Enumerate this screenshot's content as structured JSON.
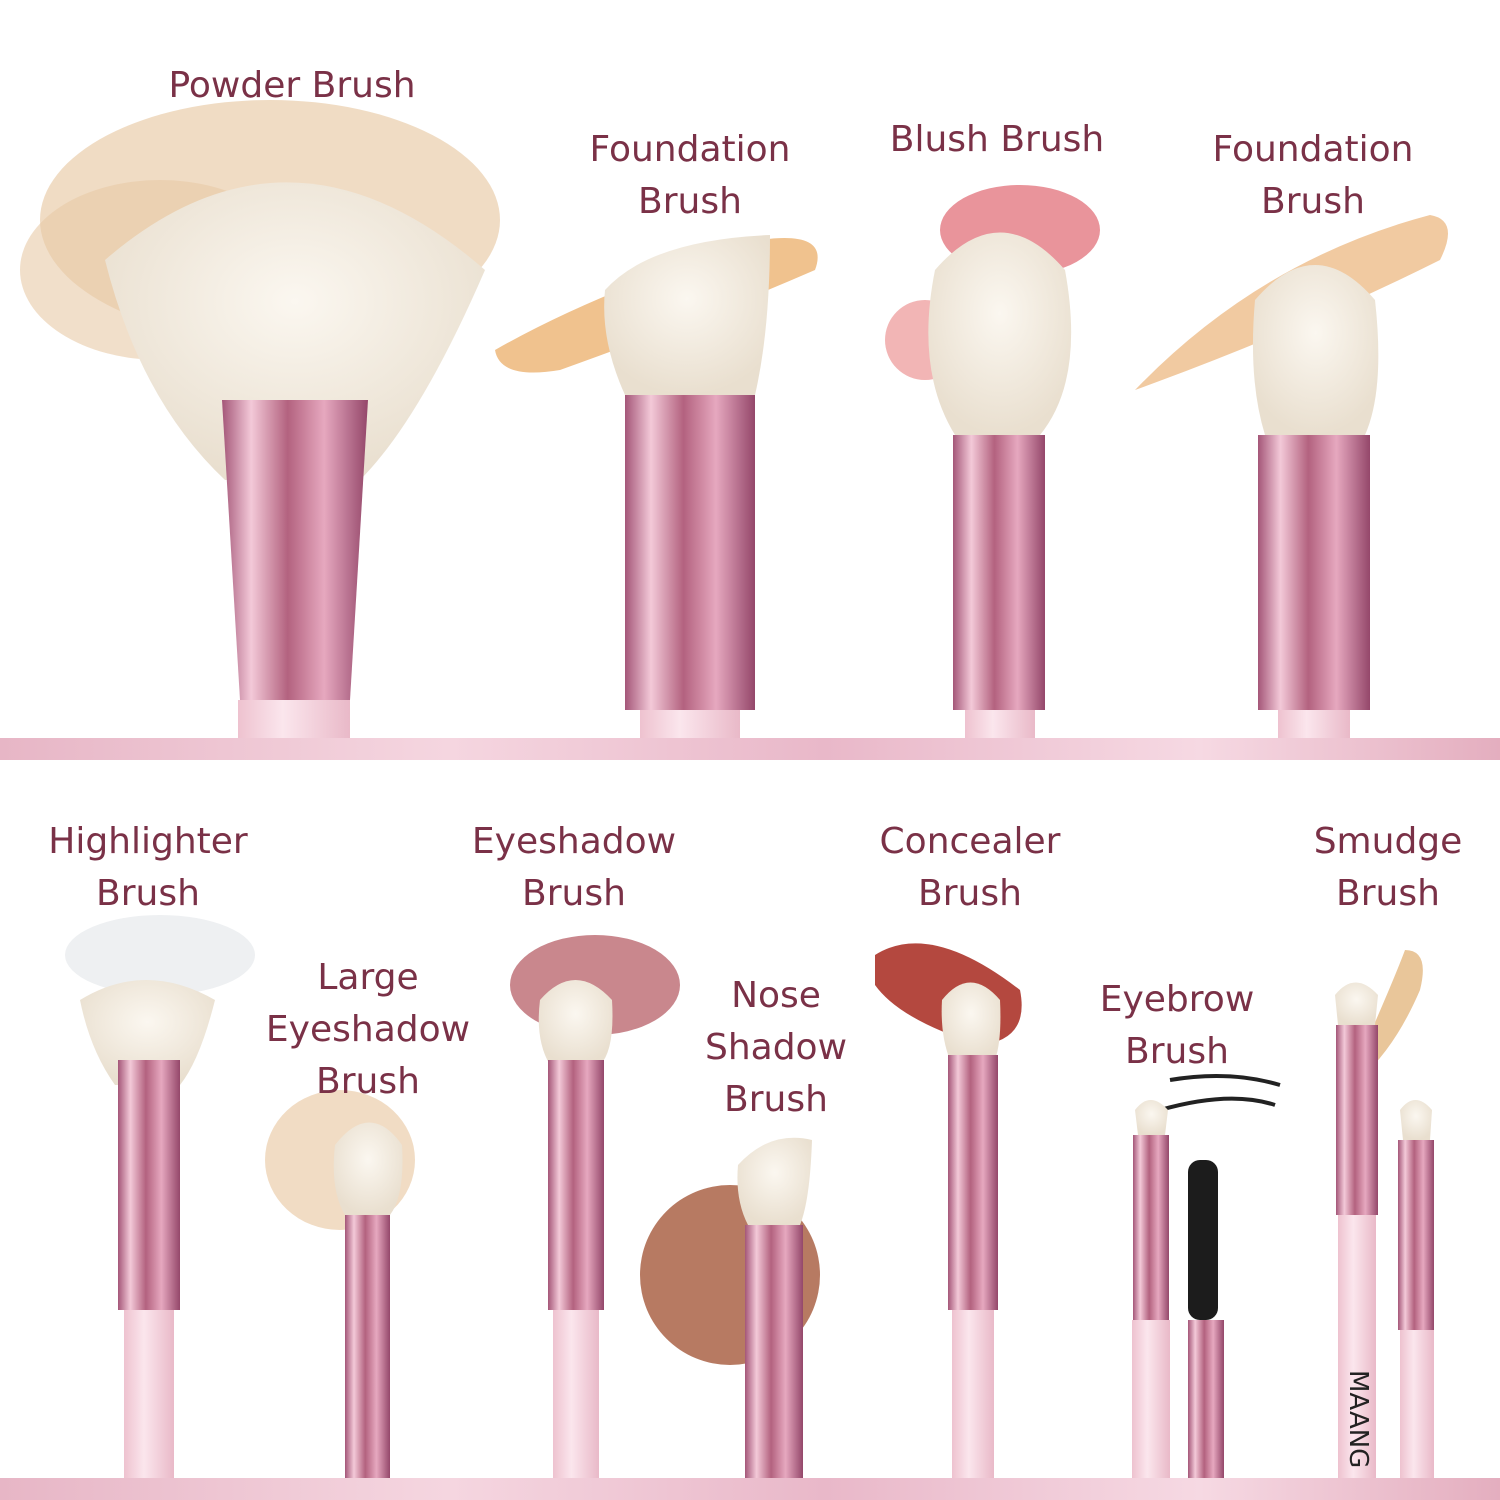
{
  "brand": "MAANG",
  "colors": {
    "label_text": "#7a3147",
    "ferrule": "#b56b89",
    "handle": "#f2d2dc",
    "bristle": "#f4ede2"
  },
  "labels": [
    {
      "id": "powder-brush",
      "text": "Powder Brush"
    },
    {
      "id": "foundation-brush-1",
      "text": "Foundation\nBrush"
    },
    {
      "id": "blush-brush",
      "text": "Blush Brush"
    },
    {
      "id": "foundation-brush-2",
      "text": "Foundation\nBrush"
    },
    {
      "id": "highlighter-brush",
      "text": "Highlighter\nBrush"
    },
    {
      "id": "large-eyeshadow-brush",
      "text": "Large\nEyeshadow\nBrush"
    },
    {
      "id": "eyeshadow-brush",
      "text": "Eyeshadow\nBrush"
    },
    {
      "id": "nose-shadow-brush",
      "text": "Nose\nShadow\nBrush"
    },
    {
      "id": "concealer-brush",
      "text": "Concealer\nBrush"
    },
    {
      "id": "eyebrow-brush",
      "text": "Eyebrow\nBrush"
    },
    {
      "id": "smudge-brush",
      "text": "Smudge\nBrush"
    }
  ]
}
